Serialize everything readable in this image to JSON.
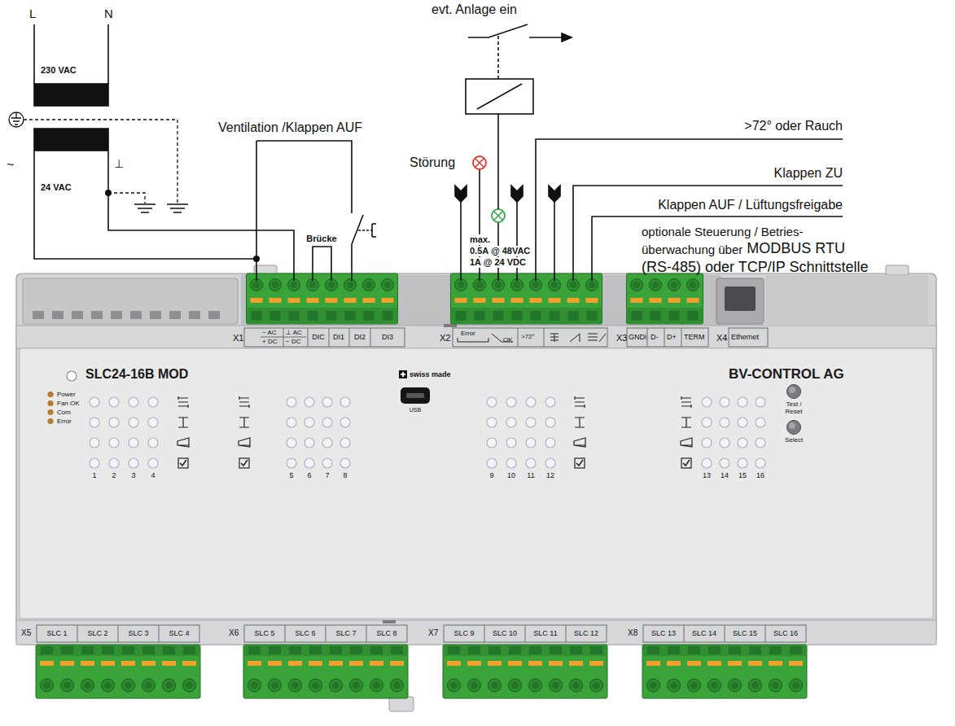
{
  "diagram": {
    "nodes": [
      {
        "text": [
          "SLC24-16B MOD",
          "BV-CONTROL AG"
        ]
      }
    ],
    "labels": [
      "L",
      "N",
      "230 VAC",
      "~",
      "⊥",
      "24 VAC",
      "Ventilation /Klappen AUF",
      "evt. Anlage ein",
      "Störung",
      ">72° oder Rauch",
      "Klappen ZU",
      "Klappen AUF / Lüftungsfreigabe",
      "optionale Steuerung / Betries-",
      "überwachung über",
      "MODBUS RTU",
      "(RS-485) oder TCP/IP Schnittstelle",
      "Brücke",
      "max.",
      "0.5A @ 48VAC",
      "1A @ 24 VDC",
      "X1",
      "~ AC",
      "+ DC",
      "⊥ AC",
      "− DC",
      "DIC",
      "DI1",
      "DI2",
      "DI3",
      "X2",
      "Error",
      "OK",
      ">72°",
      "X3",
      "GNDi",
      "D-",
      "D+",
      "TERM",
      "X4",
      "Ethernet",
      "Power",
      "Fan OK",
      "Com",
      "Error",
      "swiss made",
      "USB",
      "1",
      "2",
      "3",
      "4",
      "5",
      "6",
      "7",
      "8",
      "9",
      "10",
      "11",
      "12",
      "13",
      "14",
      "15",
      "16",
      "Test / Reset",
      "Select",
      "X5",
      "SLC 1",
      "SLC 2",
      "SLC 3",
      "SLC 4",
      "X6",
      "SLC 5",
      "SLC 6",
      "SLC 7",
      "SLC 8",
      "X7",
      "SLC 9",
      "SLC 10",
      "SLC 11",
      "SLC 12",
      "X8",
      "SLC 13",
      "SLC 14",
      "SLC 15",
      "SLC 16"
    ]
  }
}
